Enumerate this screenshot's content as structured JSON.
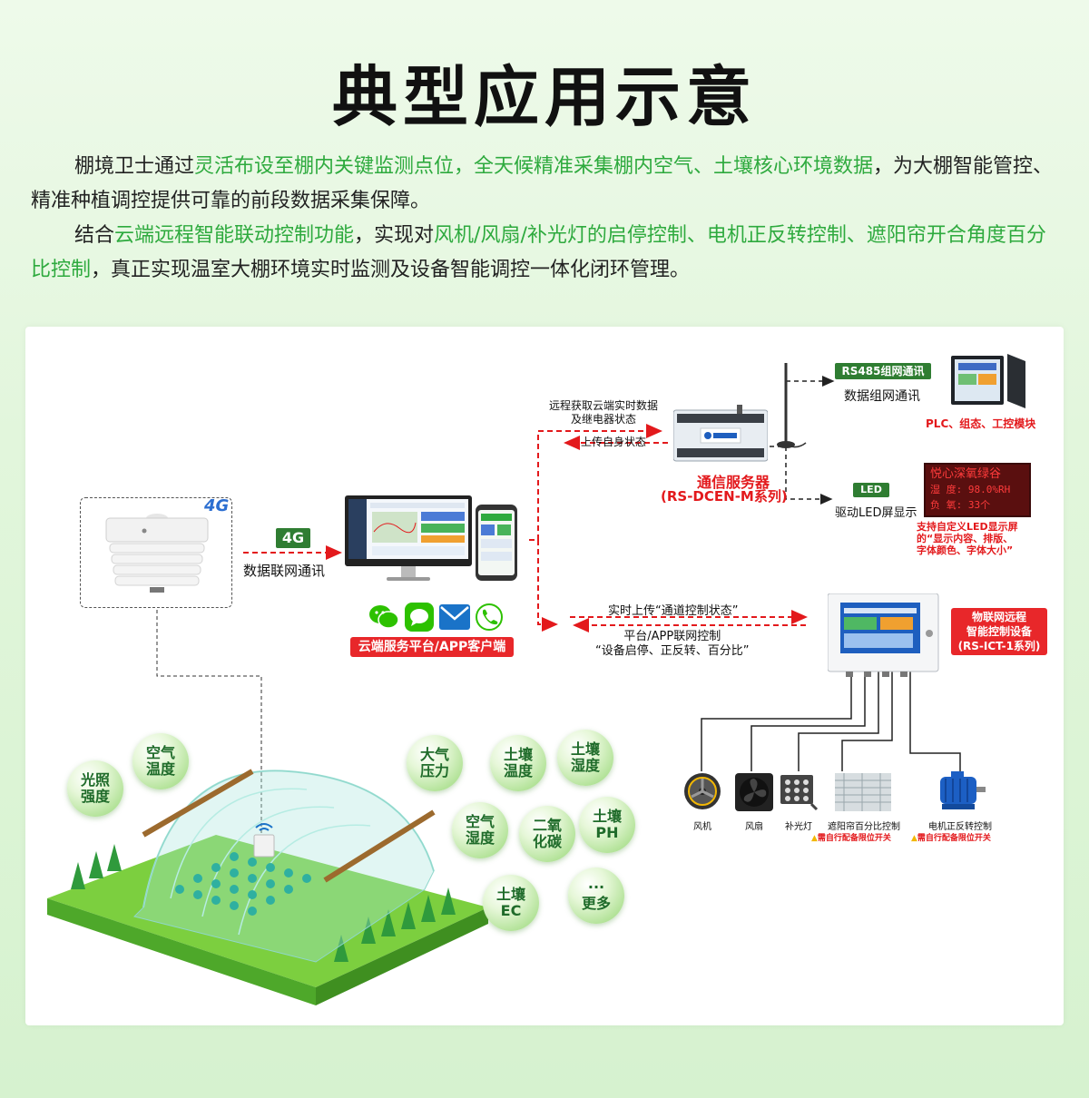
{
  "title": "典型应用示意",
  "intro": {
    "p1_a": "棚境卫士通过",
    "p1_hl": "灵活布设至棚内关键监测点位，全天候精准采集棚内空气、土壤核心环境数据",
    "p1_b": "，为大棚智能管控、精准种植调控提供可靠的前段数据采集保障。",
    "p2_a": "结合",
    "p2_hl1": "云端远程智能联动控制功能",
    "p2_b": "，实现对",
    "p2_hl2": "风机/风扇/补光灯的启停控制、电机正反转控制、遮阳帘开合角度百分比控制",
    "p2_c": "，真正实现温室大棚环境实时监测及设备智能调控一体化闭环管理。"
  },
  "sensor": {
    "badge": "4G"
  },
  "link_4g": {
    "tag": "4G",
    "label": "数据联网通讯"
  },
  "cloud": {
    "label": "云端服务平台/APP客户端"
  },
  "server_link": {
    "top_line1": "远程获取云端实时数据",
    "top_line2": "及继电器状态",
    "bottom": "上传自身状态"
  },
  "server": {
    "name": "通信服务器",
    "model": "(RS-DCEN-M系列)"
  },
  "rs485": {
    "tag": "RS485组网通讯",
    "label": "数据组网通讯",
    "target": "PLC、组态、工控模块"
  },
  "led": {
    "tag": "LED",
    "label": "驱动LED屏显示",
    "screen_line1": "悦心深氧绿谷",
    "screen_line2": "湿 度: 98.0%RH",
    "screen_line3": "负 氧:  33个",
    "note_line1": "支持自定义LED显示屏",
    "note_line2": "的“显示内容、排版、",
    "note_line3": "字体颜色、字体大小”"
  },
  "ctrl_link": {
    "top": "实时上传“通道控制状态”",
    "bottom_line1": "平台/APP联网控制",
    "bottom_line2": "“设备启停、正反转、百分比”"
  },
  "ctrl_device": {
    "line1": "物联网远程",
    "line2": "智能控制设备",
    "line3": "(RS-ICT-1系列)"
  },
  "devices": {
    "fan_machine": "风机",
    "fan": "风扇",
    "light": "补光灯",
    "shade": "遮阳帘百分比控制",
    "motor": "电机正反转控制",
    "warn_shade": "需自行配备限位开关",
    "warn_motor": "需自行配备限位开关"
  },
  "bubbles": [
    {
      "text": "光照\n强度"
    },
    {
      "text": "空气\n温度"
    },
    {
      "text": "大气\n压力"
    },
    {
      "text": "土壤\n温度"
    },
    {
      "text": "土壤\n湿度"
    },
    {
      "text": "空气\n湿度"
    },
    {
      "text": "二氧\n化碳"
    },
    {
      "text": "土壤\nPH"
    },
    {
      "text": "土壤\nEC"
    },
    {
      "text": "···\n更多"
    }
  ],
  "colors": {
    "accent_green": "#2eaa3e",
    "tag_red": "#e8272a",
    "tag_green": "#2f7d32",
    "arrow_red": "#e3191c"
  }
}
